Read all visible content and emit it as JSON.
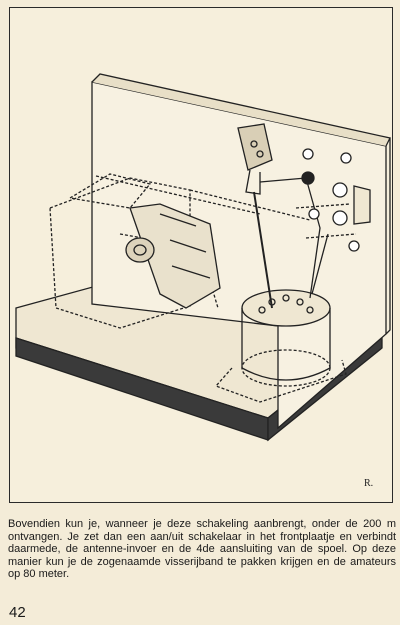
{
  "illustration": {
    "signature": "R."
  },
  "caption": "Bovendien kun je, wanneer je deze schakeling aanbrengt, onder de 200 m ontvangen. Je zet dan een aan/uit schakelaar in het frontplaatje en verbindt daarmede, de antenne-invoer en de 4de aansluiting van de spoel. Op deze manier kun je de zogenaamde visserijband te pakken krijgen en de amateurs op 80 meter.",
  "page_number": "42"
}
